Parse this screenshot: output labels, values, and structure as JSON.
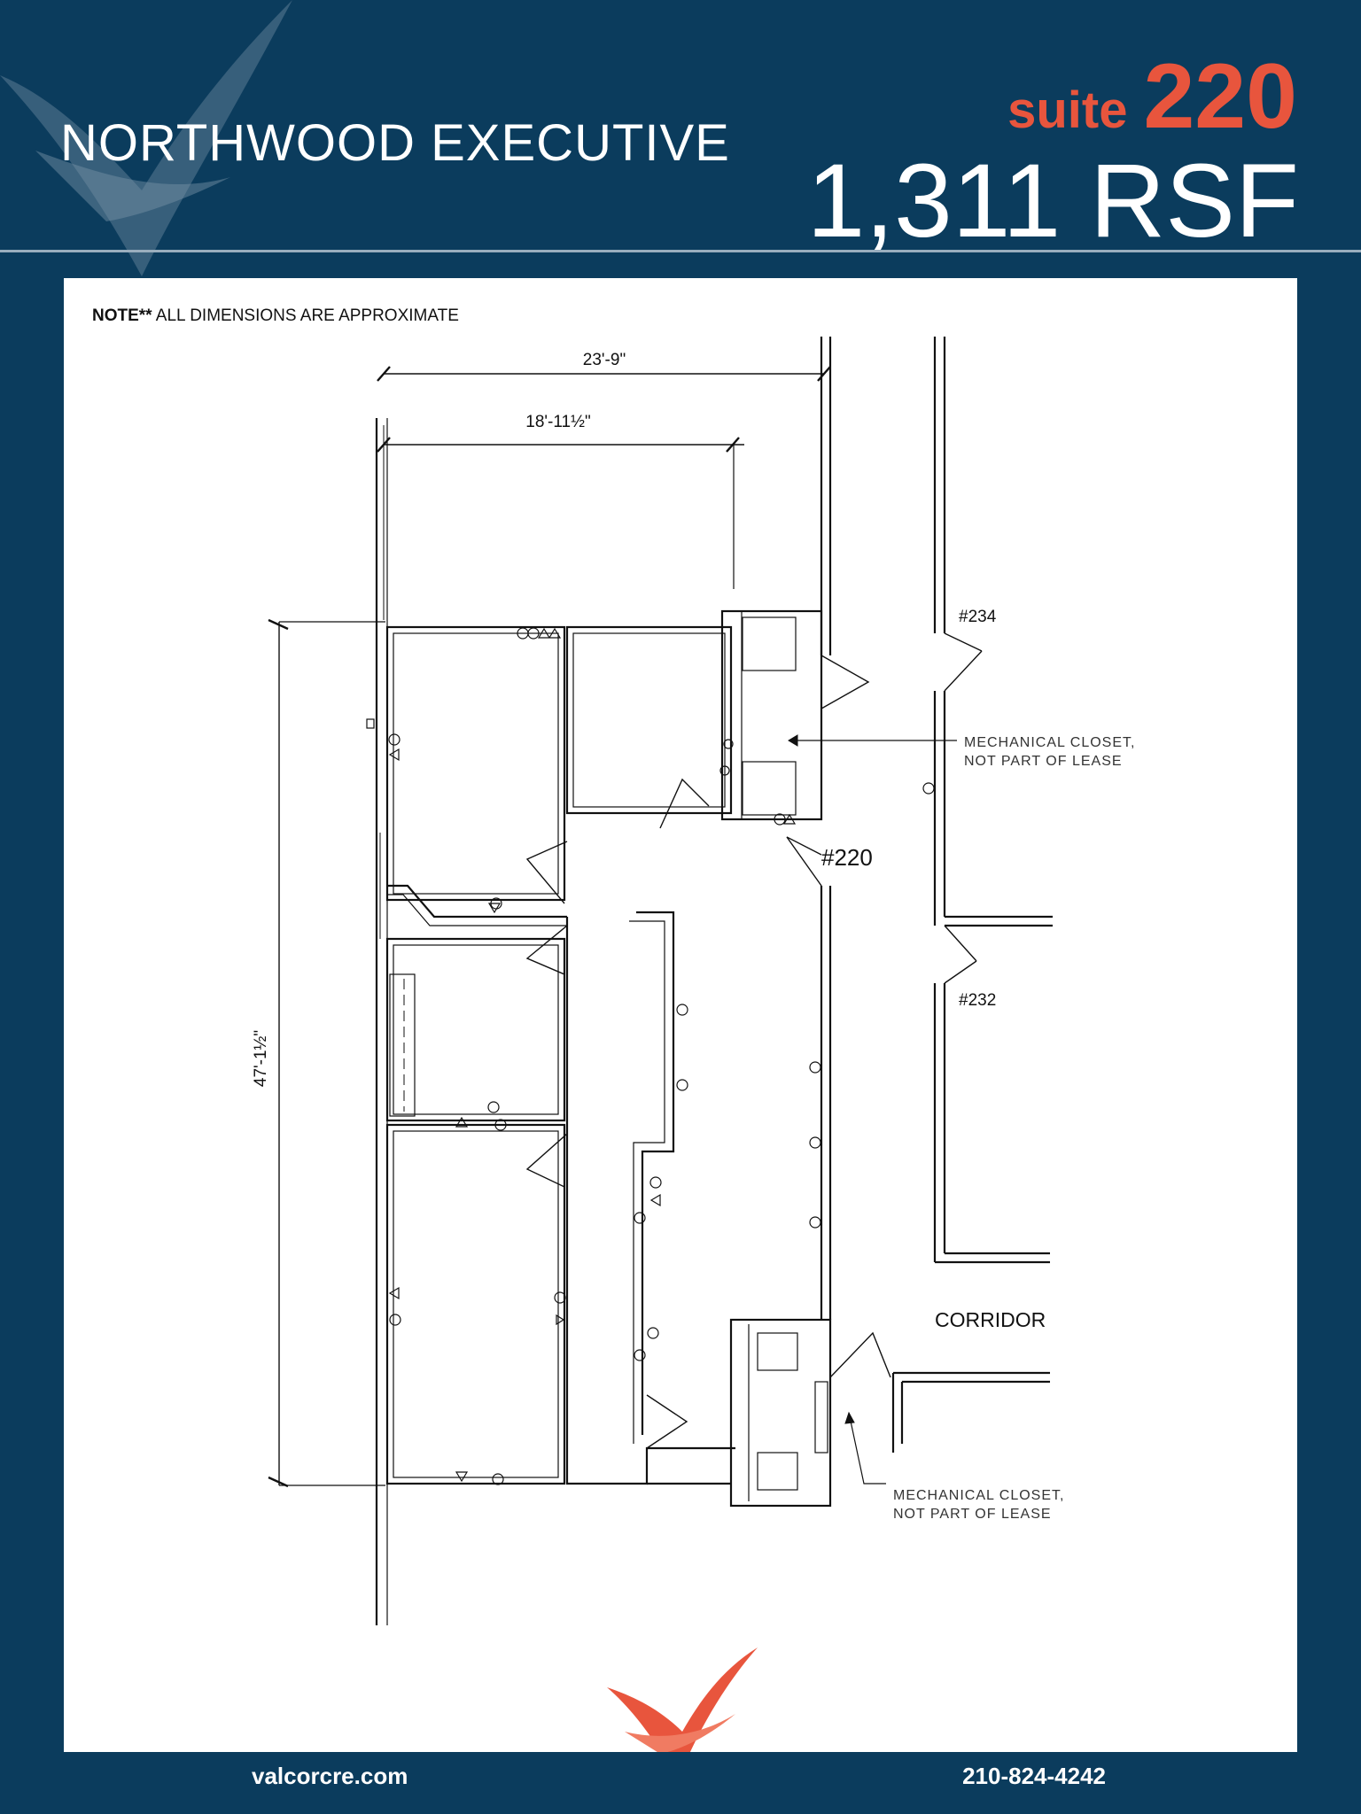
{
  "header": {
    "building_name": "NORTHWOOD EXECUTIVE",
    "suite_word": "suite",
    "suite_number": "220",
    "area": "1,311 RSF"
  },
  "note": {
    "prefix": "NOTE**",
    "text": " ALL DIMENSIONS ARE APPROXIMATE"
  },
  "plan": {
    "dim_width": "23'-9\"",
    "dim_inner_width": "18'-11½\"",
    "dim_height": "47'-1½\"",
    "suite_label": "#220",
    "unit_234": "#234",
    "unit_232": "#232",
    "corridor": "CORRIDOR",
    "mech_closet_top_line1": "MECHANICAL CLOSET,",
    "mech_closet_top_line2": "NOT PART OF LEASE",
    "mech_closet_bottom_line1": "MECHANICAL CLOSET,",
    "mech_closet_bottom_line2": "NOT PART OF LEASE"
  },
  "footer": {
    "website": "valcorcre.com",
    "phone": "210-824-4242"
  },
  "colors": {
    "background": "#0b3c5d",
    "accent": "#e8553d",
    "panel": "#ffffff"
  },
  "icons": {
    "header_logo": "chevron-swoosh-logo",
    "footer_logo": "chevron-swoosh-logo"
  }
}
